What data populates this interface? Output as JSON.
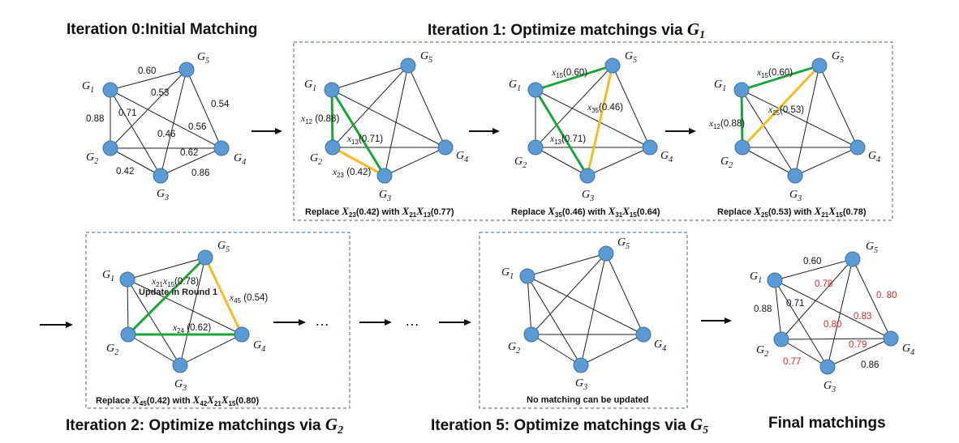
{
  "titles": {
    "iter0": "Iteration 0:Initial Matching",
    "iter1_prefix": "Iteration 1: Optimize matchings via ",
    "iter1_sym": "G",
    "iter1_sub": "1",
    "iter2_prefix": "Iteration 2: Optimize matchings via ",
    "iter2_sym": "G",
    "iter2_sub": "2",
    "iter5_prefix": "Iteration 5: Optimize matchings via ",
    "iter5_sym": "G",
    "iter5_sub": "5",
    "final": "Final matchings"
  },
  "node_labels": {
    "g1": {
      "base": "G",
      "sub": "1"
    },
    "g2": {
      "base": "G",
      "sub": "2"
    },
    "g3": {
      "base": "G",
      "sub": "3"
    },
    "g4": {
      "base": "G",
      "sub": "4"
    },
    "g5": {
      "base": "G",
      "sub": "5"
    }
  },
  "graph0": {
    "edge_labels": {
      "g1g5": "0.60",
      "g1g4": "0.53",
      "g1g2": "0.88",
      "g1g3": "0.71",
      "g5g4": "0.54",
      "g2g5": "0.46",
      "g2g4": "0.56",
      "g2g3": "0.62",
      "g3g4": "0.42",
      "g3g4b": "0.86"
    }
  },
  "graph1a": {
    "labels": {
      "x12": "0.88",
      "x13": "0.71",
      "x23": "0.42"
    },
    "caption": {
      "pre": "Replace ",
      "a": "X",
      "a_sub": "23",
      "a_val": "(0.42) with ",
      "b": "X",
      "b_sub": "21",
      "c": "X",
      "c_sub": "13",
      "c_val": "(0.77)"
    }
  },
  "graph1b": {
    "labels": {
      "x15": "0.60",
      "x35": "0.46",
      "x13": "0.71"
    },
    "caption": {
      "pre": "Replace ",
      "a": "X",
      "a_sub": "35",
      "a_val": "(0.46) with ",
      "b": "X",
      "b_sub": "31",
      "c": "X",
      "c_sub": "15",
      "c_val": "(0.64)"
    }
  },
  "graph1c": {
    "labels": {
      "x15": "0.60",
      "x25": "0.53",
      "x12": "0.88"
    },
    "caption": {
      "pre": "Replace ",
      "a": "X",
      "a_sub": "25",
      "a_val": "(0.53) with ",
      "b": "X",
      "b_sub": "21",
      "c": "X",
      "c_sub": "15",
      "c_val": "(0.78)"
    }
  },
  "graph2": {
    "labels": {
      "x2115": "(0.78)",
      "update": "Update in Round 1",
      "x45": "(0.54)",
      "x24": "(0.62)"
    },
    "caption": {
      "pre": "Replace ",
      "a": "X",
      "a_sub": "45",
      "a_val": "(0.42) with ",
      "b": "X",
      "b_sub": "42",
      "c": "X",
      "c_sub": "21",
      "d": "X",
      "d_sub": "15",
      "d_val": "(0.80)"
    }
  },
  "graph5": {
    "caption": "No matching can be updated"
  },
  "graph_final": {
    "black_labels": {
      "g1g5": "0.60",
      "g1g2": "0.88",
      "g1g3": "0.71",
      "g3g4": "0.86"
    },
    "red_labels": {
      "g1g4": "0.78",
      "g5g4": "0. 80",
      "g2g5": "0.83",
      "g2g5b": "0.80",
      "g2g4": "0.79",
      "g2g3": "0.77"
    }
  },
  "ellipsis": "…",
  "colors": {
    "node_fill": "#5b9bd5",
    "green": "#1aa53a",
    "yellow": "#f5bd23",
    "red": "#e0262b",
    "box": "#44607f"
  }
}
